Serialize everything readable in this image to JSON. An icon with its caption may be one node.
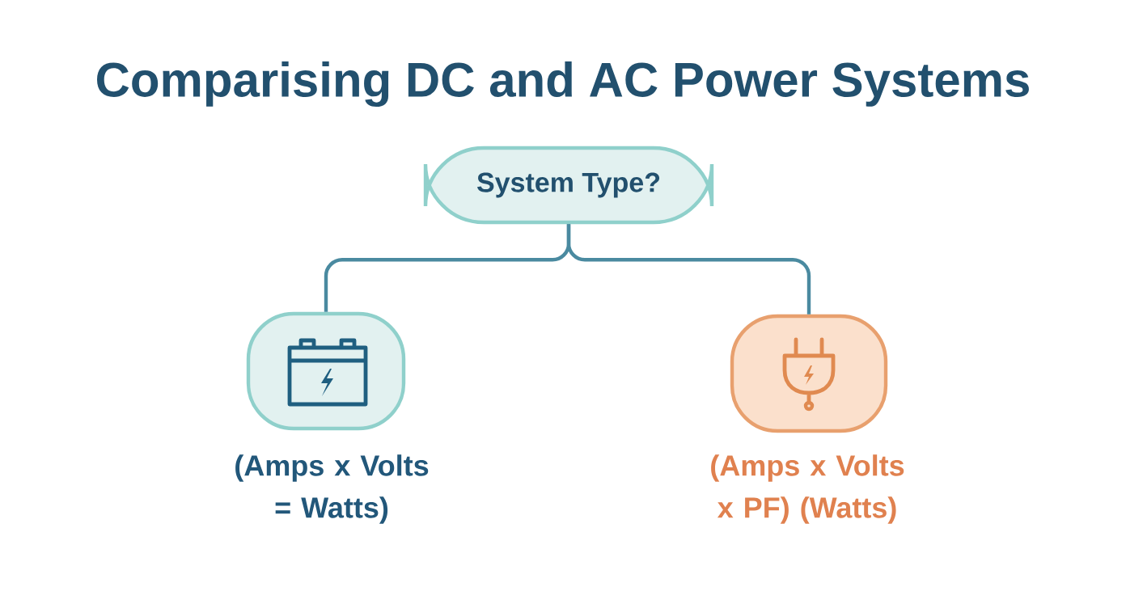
{
  "diagram": {
    "title": "Comparising DC and AC Power Systems",
    "nodes": [
      {
        "text": [
          "System Type?"
        ]
      },
      {
        "text": [],
        "shape": "box",
        "beside": [
          "(Amps x Volts = Watts)"
        ]
      },
      {
        "text": [],
        "shape": "box",
        "beside": [
          "(Amps x Volts x PF) (Watts)"
        ]
      }
    ],
    "edges": [
      {
        "from": 0,
        "to": 1,
        "arrow": "none"
      },
      {
        "from": 0,
        "to": 2,
        "arrow": "none"
      }
    ]
  }
}
